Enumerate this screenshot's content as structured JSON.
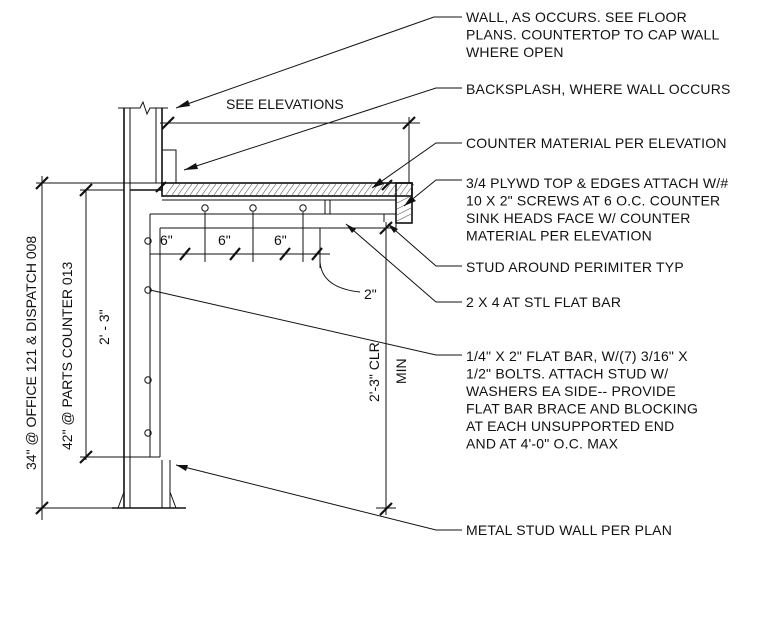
{
  "notes": [
    {
      "lines": [
        "WALL, AS OCCURS. SEE FLOOR",
        "PLANS. COUNTERTOP TO CAP WALL",
        "WHERE OPEN"
      ]
    },
    {
      "lines": [
        "BACKSPLASH, WHERE WALL OCCURS"
      ]
    },
    {
      "lines": [
        "COUNTER MATERIAL PER ELEVATION"
      ]
    },
    {
      "lines": [
        "3/4 PLYWD TOP & EDGES ATTACH W/#",
        "10 X 2\" SCREWS AT 6 O.C. COUNTER",
        "SINK HEADS FACE W/ COUNTER",
        "MATERIAL PER ELEVATION"
      ]
    },
    {
      "lines": [
        "STUD AROUND PERIMITER TYP"
      ]
    },
    {
      "lines": [
        "2 X 4 AT STL FLAT BAR"
      ]
    },
    {
      "lines": [
        "1/4\" X 2\" FLAT BAR, W/(7) 3/16\" X",
        "1/2\" BOLTS.  ATTACH STUD W/",
        "WASHERS EA SIDE-- PROVIDE",
        "FLAT BAR BRACE AND BLOCKING",
        "AT EACH UNSUPPORTED END",
        "AND AT 4'-0\" O.C. MAX"
      ]
    },
    {
      "lines": [
        "METAL STUD WALL PER PLAN"
      ]
    }
  ],
  "dimensions": {
    "see_elevations": "SEE ELEVATIONS",
    "spacing_1": "6\"",
    "spacing_2": "6\"",
    "spacing_3": "6\"",
    "offset": "2\"",
    "clear_height": "2'-3\" CLR",
    "min": "MIN",
    "bar_length": "2' - 3\"",
    "height_office": "34\" @ OFFICE 121 & DISPATCH 008",
    "height_parts": "42\" @ PARTS COUNTER 013"
  }
}
